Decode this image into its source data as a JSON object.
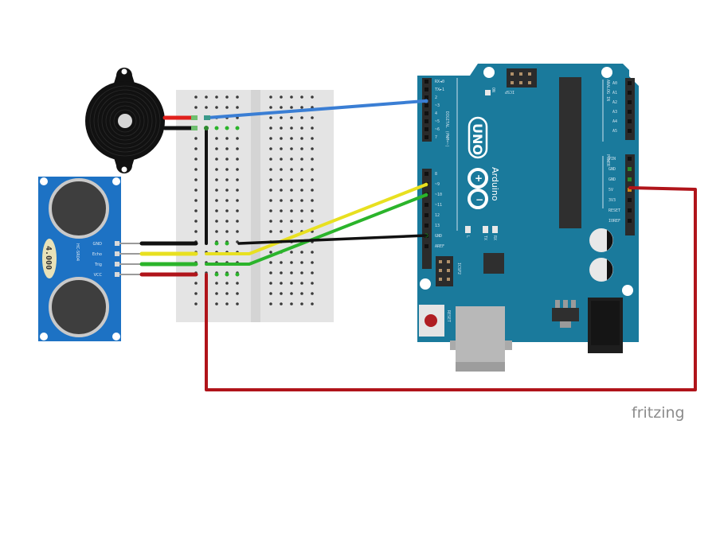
{
  "diagram": {
    "tool_watermark": "fritzing",
    "components": {
      "arduino": {
        "name": "Arduino UNO",
        "model_label": "UNO",
        "brand_label": "Arduino",
        "trademark": "™",
        "section_digital": "DIGITAL (PWM=~)",
        "section_analog": "ANALOG IN",
        "section_power": "POWER",
        "icsp_label": "ICSP",
        "icsp2_label": "ICSP2",
        "on_label": "ON",
        "l_label": "L",
        "tx_label": "TX",
        "rx_label": "RX",
        "reset_label": "RESET",
        "digital_pins": [
          "RX◄0",
          "TX►1",
          "2",
          "~3",
          "4",
          "~5",
          "~6",
          "7",
          "8",
          "~9",
          "~10",
          "~11",
          "12",
          "13",
          "GND",
          "AREF"
        ],
        "analog_pins": [
          "A0",
          "A1",
          "A2",
          "A3",
          "A4",
          "A5"
        ],
        "power_pins": [
          "VIN",
          "GND",
          "GND",
          "5V",
          "3V3",
          "RESET",
          "IOREF"
        ],
        "colors": {
          "board": "#1a7a9c",
          "header": "#2b2b2b",
          "chip": "#2f2f2f"
        }
      },
      "ultrasonic_sensor": {
        "name": "HC-SR04",
        "crystal_label": "4.000",
        "pins": [
          "GND",
          "Echo",
          "Trig",
          "VCC"
        ],
        "colors": {
          "board": "#1d72c4"
        }
      },
      "buzzer": {
        "name": "Piezo Buzzer",
        "pins": [
          "+",
          "-"
        ]
      },
      "breadboard": {
        "name": "Half breadboard"
      }
    },
    "wires": [
      {
        "id": "buzzer-pos",
        "color": "#e0201c",
        "from": "Buzzer +",
        "to": "Breadboard row 2"
      },
      {
        "id": "buzzer-neg",
        "color": "#111111",
        "from": "Buzzer -",
        "to": "Breadboard row 3"
      },
      {
        "id": "buzzer-signal",
        "color": "#3a7ed4",
        "from": "Breadboard row 2",
        "to": "Arduino D2"
      },
      {
        "id": "gnd-bridge",
        "color": "#111111",
        "from": "Breadboard row 3",
        "to": "Breadboard GND row"
      },
      {
        "id": "sensor-gnd",
        "color": "#111111",
        "from": "HC-SR04 GND",
        "to": "Breadboard"
      },
      {
        "id": "sensor-echo",
        "color": "#e8e020",
        "from": "HC-SR04 Echo",
        "to": "Breadboard"
      },
      {
        "id": "sensor-trig",
        "color": "#2bb42b",
        "from": "HC-SR04 Trig",
        "to": "Breadboard"
      },
      {
        "id": "sensor-vcc",
        "color": "#b0141a",
        "from": "HC-SR04 VCC",
        "to": "Breadboard"
      },
      {
        "id": "echo-to-arduino",
        "color": "#e8e020",
        "from": "Breadboard",
        "to": "Arduino D9"
      },
      {
        "id": "trig-to-arduino",
        "color": "#2bb42b",
        "from": "Breadboard",
        "to": "Arduino D10"
      },
      {
        "id": "gnd-to-arduino",
        "color": "#111111",
        "from": "Breadboard",
        "to": "Arduino GND"
      },
      {
        "id": "vcc-to-arduino",
        "color": "#b0141a",
        "from": "Breadboard",
        "to": "Arduino 5V"
      }
    ]
  }
}
